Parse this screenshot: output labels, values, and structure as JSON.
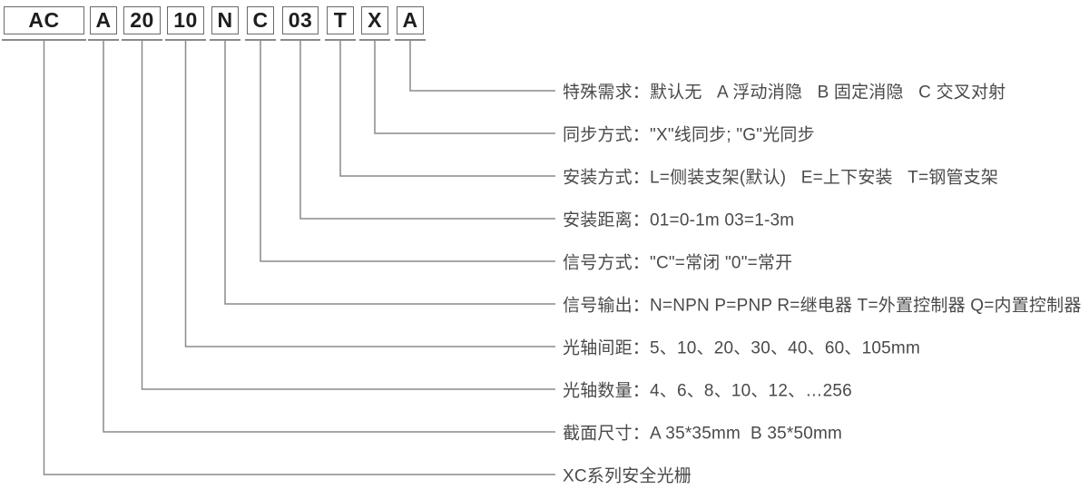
{
  "colors": {
    "background": "#ffffff",
    "box_border": "#6a6a6a",
    "code_text": "#1e1e1e",
    "line": "#8a8a8a",
    "label_text": "#4a4a4a"
  },
  "diagram": {
    "type": "model-code-breakdown",
    "items": [
      {
        "code": "AC",
        "label": "XC系列安全光栅"
      },
      {
        "code": "A",
        "label": "截面尺寸：A 35*35mm  B 35*50mm"
      },
      {
        "code": "20",
        "label": "光轴数量：4、6、8、10、12、…256"
      },
      {
        "code": "10",
        "label": "光轴间距：5、10、20、30、40、60、105mm"
      },
      {
        "code": "N",
        "label": "信号输出：N=NPN P=PNP R=继电器 T=外置控制器 Q=内置控制器"
      },
      {
        "code": "C",
        "label": "信号方式：\"C\"=常闭 \"0\"=常开"
      },
      {
        "code": "03",
        "label": "安装距离：01=0-1m 03=1-3m"
      },
      {
        "code": "T",
        "label": "安装方式：L=侧装支架(默认)   E=上下安装   T=钢管支架"
      },
      {
        "code": "X",
        "label": "同步方式：\"X\"线同步; \"G\"光同步"
      },
      {
        "code": "A",
        "label": "特殊需求：默认无   A 浮动消隐   B 固定消隐   C 交叉对射"
      }
    ]
  }
}
